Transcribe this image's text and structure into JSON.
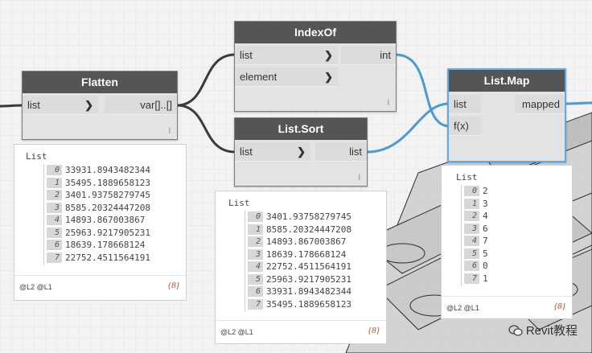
{
  "nodes": {
    "flatten": {
      "title": "Flatten",
      "inputs": [
        "list"
      ],
      "output": "var[]..[]",
      "footer": "l"
    },
    "indexof": {
      "title": "IndexOf",
      "inputs": [
        "list",
        "element"
      ],
      "output": "int",
      "footer": "l"
    },
    "listsort": {
      "title": "List.Sort",
      "inputs": [
        "list"
      ],
      "output": "list",
      "footer": "l"
    },
    "listmap": {
      "title": "List.Map",
      "inputs": [
        "list",
        "f(x)"
      ],
      "output": "mapped",
      "footer": ""
    }
  },
  "watches": {
    "flatten": {
      "title": "List",
      "items": [
        {
          "i": "0",
          "v": "33931.8943482344"
        },
        {
          "i": "1",
          "v": "35495.1889658123"
        },
        {
          "i": "2",
          "v": "3401.93758279745"
        },
        {
          "i": "3",
          "v": "8585.20324447208"
        },
        {
          "i": "4",
          "v": "14893.867003867"
        },
        {
          "i": "5",
          "v": "25963.9217905231"
        },
        {
          "i": "6",
          "v": "18639.178668124"
        },
        {
          "i": "7",
          "v": "22752.4511564191"
        }
      ],
      "levels": "@L2 @L1",
      "count": "{8}"
    },
    "sort": {
      "title": "List",
      "items": [
        {
          "i": "0",
          "v": "3401.93758279745"
        },
        {
          "i": "1",
          "v": "8585.20324447208"
        },
        {
          "i": "2",
          "v": "14893.867003867"
        },
        {
          "i": "3",
          "v": "18639.178668124"
        },
        {
          "i": "4",
          "v": "22752.4511564191"
        },
        {
          "i": "5",
          "v": "25963.9217905231"
        },
        {
          "i": "6",
          "v": "33931.8943482344"
        },
        {
          "i": "7",
          "v": "35495.1889658123"
        }
      ],
      "levels": "@L2 @L1",
      "count": "{8}"
    },
    "map": {
      "title": "List",
      "items": [
        {
          "i": "0",
          "v": "2"
        },
        {
          "i": "1",
          "v": "3"
        },
        {
          "i": "2",
          "v": "4"
        },
        {
          "i": "3",
          "v": "6"
        },
        {
          "i": "4",
          "v": "7"
        },
        {
          "i": "5",
          "v": "5"
        },
        {
          "i": "6",
          "v": "0"
        },
        {
          "i": "7",
          "v": "1"
        }
      ],
      "levels": "@L2 @L1",
      "count": "{8}"
    }
  },
  "watermark": "Revit教程",
  "colors": {
    "node_header": "#555555",
    "node_body": "#e3e3e3",
    "wire_dark": "#3a3a3a",
    "wire_selected": "#4a9ad6",
    "selected_border": "#5da9e9",
    "count_text": "#b04a2a"
  }
}
